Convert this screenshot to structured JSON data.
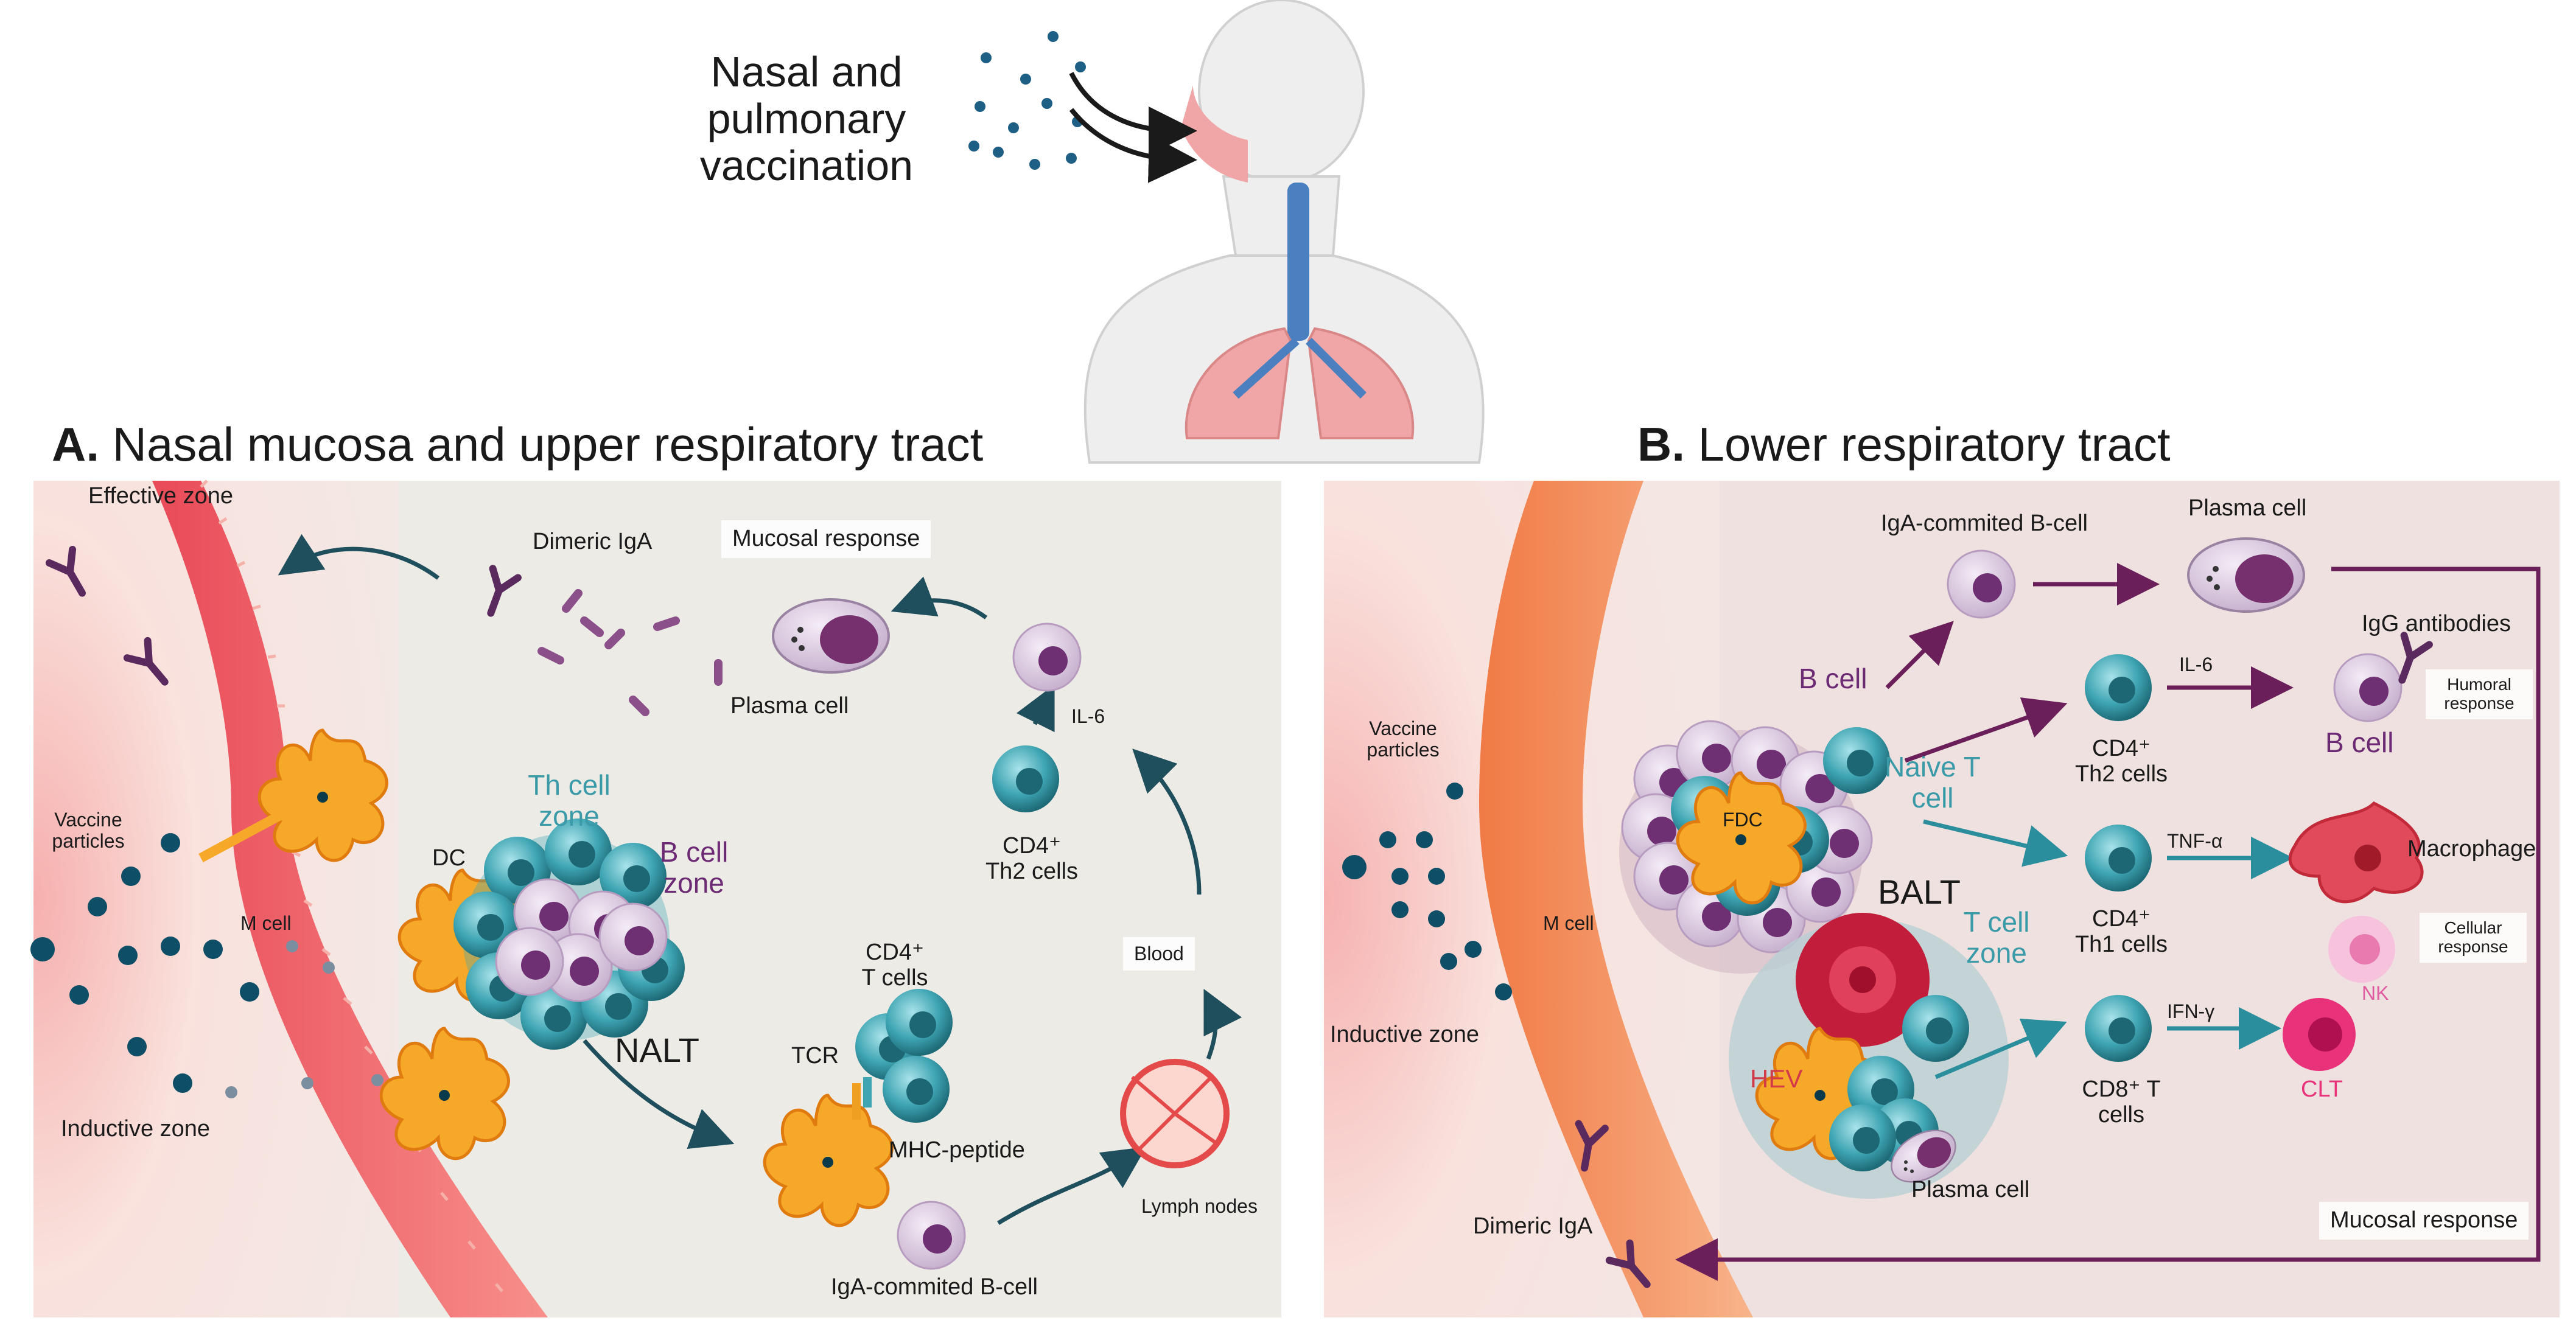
{
  "top": {
    "vaccination_line1": "Nasal and",
    "vaccination_line2": "pulmonary",
    "vaccination_line3": "vaccination"
  },
  "panel_a": {
    "letter": "A.",
    "title": "Nasal mucosa and upper respiratory tract",
    "effective_zone": "Effective zone",
    "dimeric_iga": "Dimeric IgA",
    "mucosal_response": "Mucosal response",
    "plasma_cell": "Plasma cell",
    "il6": "IL-6",
    "cd4_th2": "CD4⁺",
    "th2_cells": "Th2 cells",
    "vaccine_particles_1": "Vaccine",
    "vaccine_particles_2": "particles",
    "dc": "DC",
    "m_cell": "M cell",
    "th_zone_1": "Th cell",
    "th_zone_2": "zone",
    "b_zone_1": "B cell",
    "b_zone_2": "zone",
    "nalt": "NALT",
    "cd4_t_1": "CD4⁺",
    "cd4_t_2": "T cells",
    "tcr": "TCR",
    "mhc_peptide": "MHC-peptide",
    "blood": "Blood",
    "lymph_nodes": "Lymph nodes",
    "inductive_zone": "Inductive zone",
    "iga_b_cell": "IgA-commited B-cell"
  },
  "panel_b": {
    "letter": "B.",
    "title": "Lower respiratory tract",
    "iga_b_cell": "IgA-commited B-cell",
    "plasma_cell": "Plasma cell",
    "igg_antibodies": "IgG antibodies",
    "il6": "IL-6",
    "humoral_1": "Humoral",
    "humoral_2": "response",
    "b_cell": "B cell",
    "b_cell_right": "B cell",
    "cd4_th2_1": "CD4⁺",
    "cd4_th2_2": "Th2 cells",
    "vaccine_1": "Vaccine",
    "vaccine_2": "particles",
    "naive_1": "Naive T",
    "naive_2": "cell",
    "fdc": "FDC",
    "balt": "BALT",
    "tnf": "TNF-α",
    "macrophage": "Macrophage",
    "cd4_th1_1": "CD4⁺",
    "cd4_th1_2": "Th1 cells",
    "cellular_1": "Cellular",
    "cellular_2": "response",
    "nk": "NK",
    "m_cell": "M cell",
    "t_zone_1": "T cell",
    "t_zone_2": "zone",
    "hev": "HEV",
    "inductive_zone": "Inductive zone",
    "ifn": "IFN-γ",
    "cd8_1": "CD8⁺ T",
    "cd8_2": "cells",
    "clt": "CLT",
    "plasma_cell_bottom": "Plasma cell",
    "dimeric_iga": "Dimeric IgA",
    "mucosal_response": "Mucosal response"
  },
  "colors": {
    "epithelium": "#f0606a",
    "dc_orange": "#f5a623",
    "teal_cell": "#3a9aa8",
    "purple_cell": "#7a3a80",
    "arrow": "#1f4e5c",
    "arrow_purple": "#6b1f5a"
  }
}
